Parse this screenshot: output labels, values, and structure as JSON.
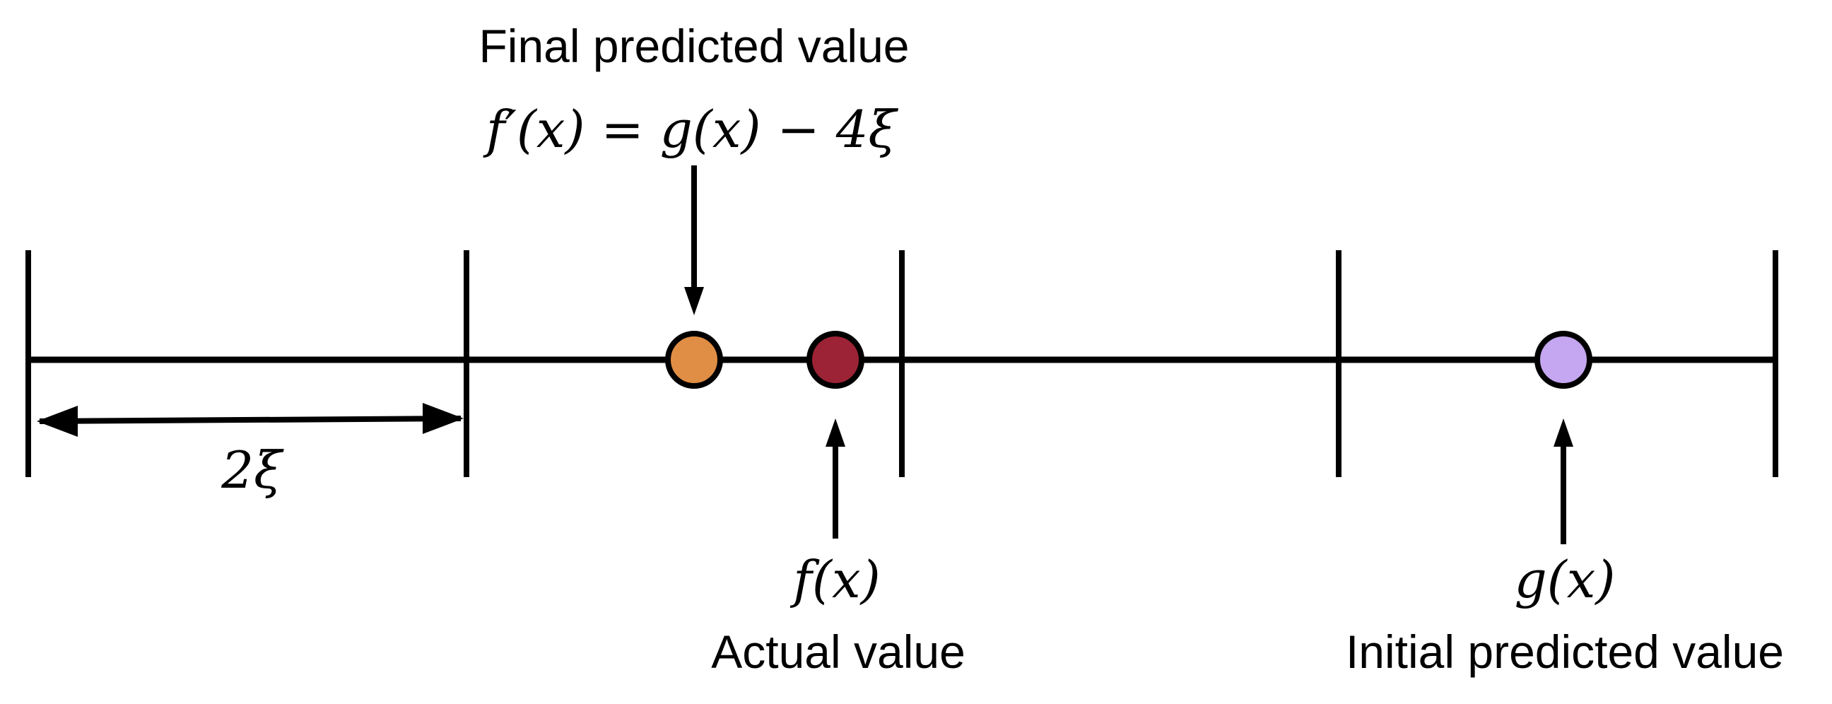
{
  "labels": {
    "final_predicted_title": "Final predicted value",
    "final_predicted_formula": "f′(x) = g(x) − 4ξ",
    "interval_width": "2ξ",
    "actual_formula": "f(x)",
    "actual_title": "Actual value",
    "initial_formula": "g(x)",
    "initial_title": "Initial predicted value"
  },
  "points": {
    "final_predicted": {
      "color": "#E08E45"
    },
    "actual": {
      "color": "#9B2335"
    },
    "initial_predicted": {
      "color": "#C5A6F0"
    }
  }
}
